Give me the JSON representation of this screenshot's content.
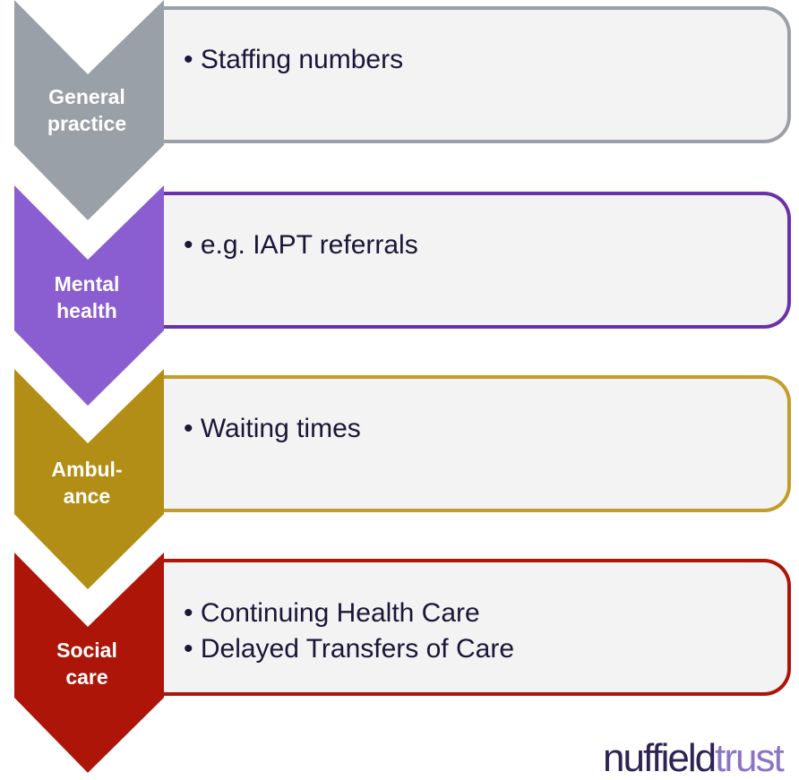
{
  "stages": [
    {
      "label": "General\npractice",
      "color": "#9aa0a8",
      "border": "#9aa0a8",
      "bullets": [
        "Staffing numbers"
      ]
    },
    {
      "label": "Mental\nhealth",
      "color": "#8a5ed0",
      "border": "#6a32a8",
      "bullets": [
        "e.g. IAPT referrals"
      ]
    },
    {
      "label": "Ambul-\nance",
      "color": "#b38e16",
      "border": "#c49c2a",
      "bullets": [
        "Waiting times"
      ]
    },
    {
      "label": "Social\ncare",
      "color": "#ad1508",
      "border": "#ad1508",
      "bullets": [
        "Continuing Health Care",
        "Delayed Transfers of Care"
      ]
    }
  ],
  "logo": {
    "part1": "nuffield",
    "part2": "trust"
  }
}
